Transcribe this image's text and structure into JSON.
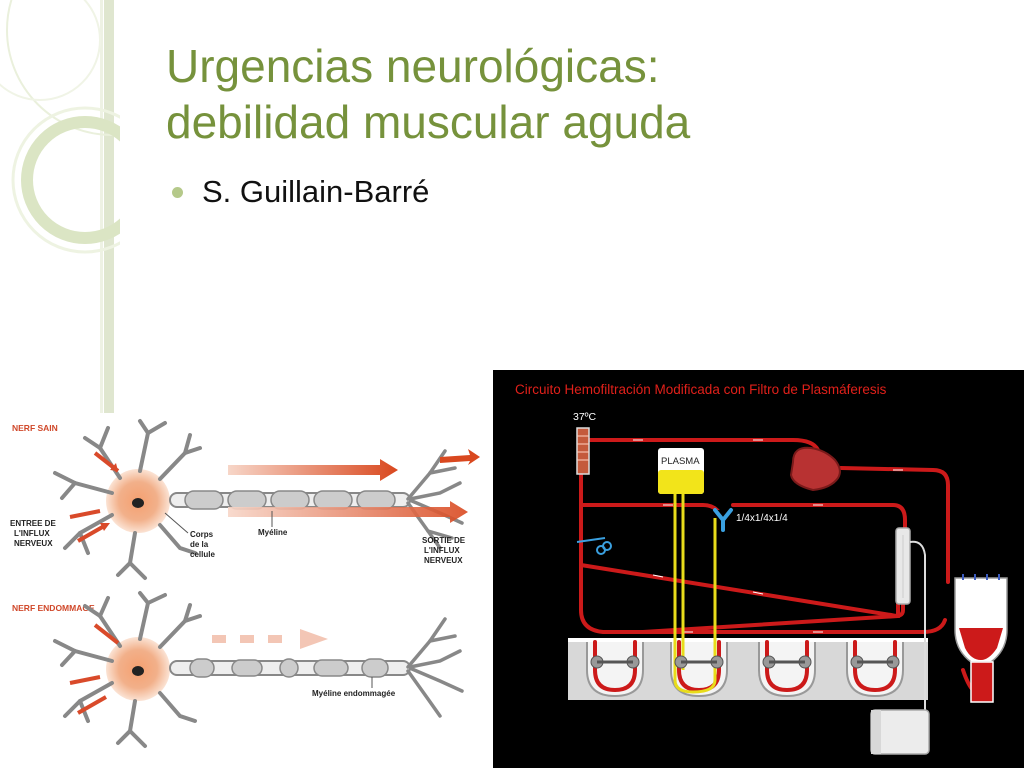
{
  "slide": {
    "title_line1": "Urgencias neurológicas:",
    "title_line2": "debilidad muscular aguda",
    "bullets": [
      {
        "text": "S. Guillain-Barré"
      }
    ]
  },
  "nerve_figure": {
    "healthy_label": "NERF SAIN",
    "damaged_label": "NERF ENDOMMAGE",
    "input_label": [
      "ENTREE DE",
      "L'INFLUX",
      "NERVEUX"
    ],
    "output_label": [
      "SORTIE DE",
      "L'INFLUX",
      "NERVEUX"
    ],
    "cell_body_label": [
      "Corps",
      "de la",
      "cellule"
    ],
    "myelin_label": "Myéline",
    "damaged_myelin_label": "Myéline endommagée"
  },
  "circuit_figure": {
    "title": "Circuito Hemofiltración Modificada con Filtro de Plasmáferesis",
    "temperature": "37ºC",
    "plasma_label": "PLASMA",
    "ratio_label": "1/4x1/4x1/4"
  },
  "colors": {
    "title": "#76923c",
    "bullet": "#b5c98a",
    "circuit_title": "#e0201a",
    "tube": "#cc1a1a",
    "plasma_line": "#e8dc1a",
    "neuron_core": "#e8864a",
    "arrow": "#d94a2a"
  }
}
